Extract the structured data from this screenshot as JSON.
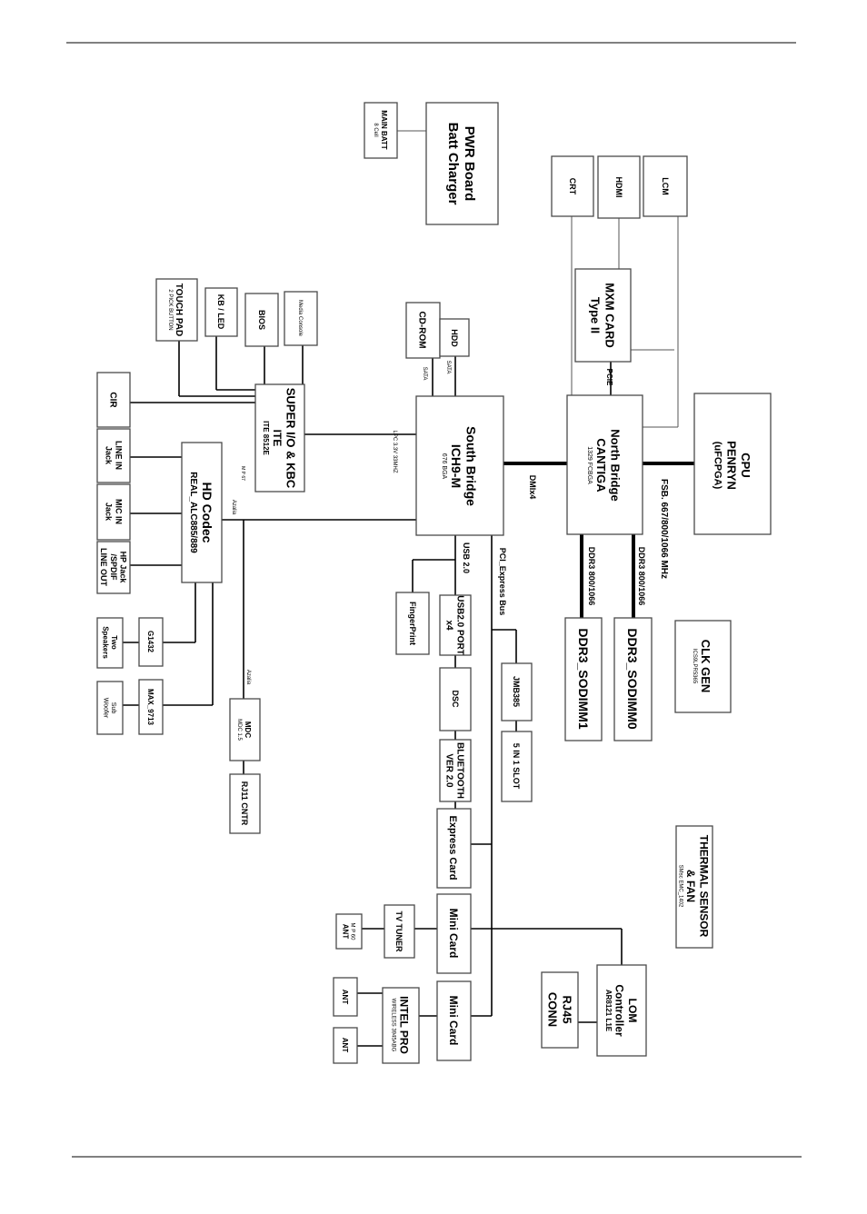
{
  "blocks": {
    "pwr_board": [
      "PWR Board",
      "Batt Charger"
    ],
    "main_batt": [
      "MAIN BATT",
      "8 Cell"
    ],
    "crt": [
      "CRT"
    ],
    "hdmi": [
      "HDMI"
    ],
    "lcm": [
      "LCM"
    ],
    "mxm": [
      "MXM CARD",
      "Type II"
    ],
    "cpu": [
      "CPU",
      "PENRYN",
      "(uFCPGA)"
    ],
    "north_bridge": [
      "North Bridge",
      "CANTIGA",
      "1329 FCBGA"
    ],
    "south_bridge": [
      "South Bridge",
      "ICH9-M",
      "676 BGA"
    ],
    "cd_rom": [
      "CD-ROM"
    ],
    "hdd": [
      "HDD"
    ],
    "touch_pad": [
      "TOUCH PAD",
      "2 PICK BUTTON"
    ],
    "kb_led": [
      "KB / LED"
    ],
    "bios": [
      "BIOS"
    ],
    "media_console": [
      "Media Console"
    ],
    "super_io": [
      "SUPER I/O & KBC",
      "ITE",
      "ITE 8512E"
    ],
    "cir": [
      "CIR"
    ],
    "line_in": [
      "LINE IN",
      "Jack"
    ],
    "mic_in": [
      "MIC IN",
      "Jack"
    ],
    "hp_jack": [
      "HP Jack",
      "/SPDIF",
      "LINE OUT"
    ],
    "hd_codec": [
      "HD Codec",
      "REAL_ALC885/889"
    ],
    "g1432": [
      "G1432"
    ],
    "two_speakers": [
      "Two",
      "Speakers"
    ],
    "max9713": [
      "MAX_9713"
    ],
    "sub_woofer": [
      "Sub",
      "Woofer"
    ],
    "mdc": [
      "MDC",
      "MDC 1.5"
    ],
    "rj11": [
      "RJ11 CNTR"
    ],
    "fingerprint": [
      "FingerPrint"
    ],
    "usb_port": [
      "USB2.0 PORT",
      "x4"
    ],
    "dsc": [
      "DSC"
    ],
    "bluetooth": [
      "BLUETOOTH",
      "VER 2.0"
    ],
    "express_card": [
      "Express Card"
    ],
    "mini_card_1": [
      "Mini Card"
    ],
    "mini_card_2": [
      "Mini Card"
    ],
    "tv_tuner": [
      "TV TUNER"
    ],
    "ant_tv": [
      "M P 60",
      "ANT"
    ],
    "intel_pro": [
      "INTEL PRO",
      "WIRELESS 3945ABG"
    ],
    "ant_1": [
      "ANT"
    ],
    "ant_2": [
      "ANT"
    ],
    "jmb385": [
      "JMB385"
    ],
    "slot_5in1": [
      "5 IN 1 SLOT"
    ],
    "ddr3_sodimm0": [
      "DDR3_SODIMM0"
    ],
    "ddr3_sodimm1": [
      "DDR3_SODIMM1"
    ],
    "clk_gen": [
      "CLK GEN",
      "ICS9LPR5365"
    ],
    "thermal": [
      "THERMAL SENSOR",
      "& FAN",
      "SMsc EMC_1402"
    ],
    "lom": [
      "LOM",
      "Controller",
      "AR8121 L1E"
    ],
    "rj45": [
      "RJ45",
      "CONN"
    ]
  },
  "bus_labels": {
    "fsb": "FSB. 667/800/1066 MHz",
    "dmi": "DMIx4",
    "pcie": "PCIE",
    "ddr3_a": "DDR3 800/1066",
    "ddr3_b": "DDR3 800/1066",
    "lpc": "LPC 3.3V 33MHZ",
    "usb": "USB 2.0",
    "pci_express_bus": "PCI_Express Bus",
    "sata_1": "SATA",
    "sata_2": "SATA",
    "azalia_1": "Azalia",
    "azalia_2": "Azalia",
    "mp67": "M P 67"
  }
}
